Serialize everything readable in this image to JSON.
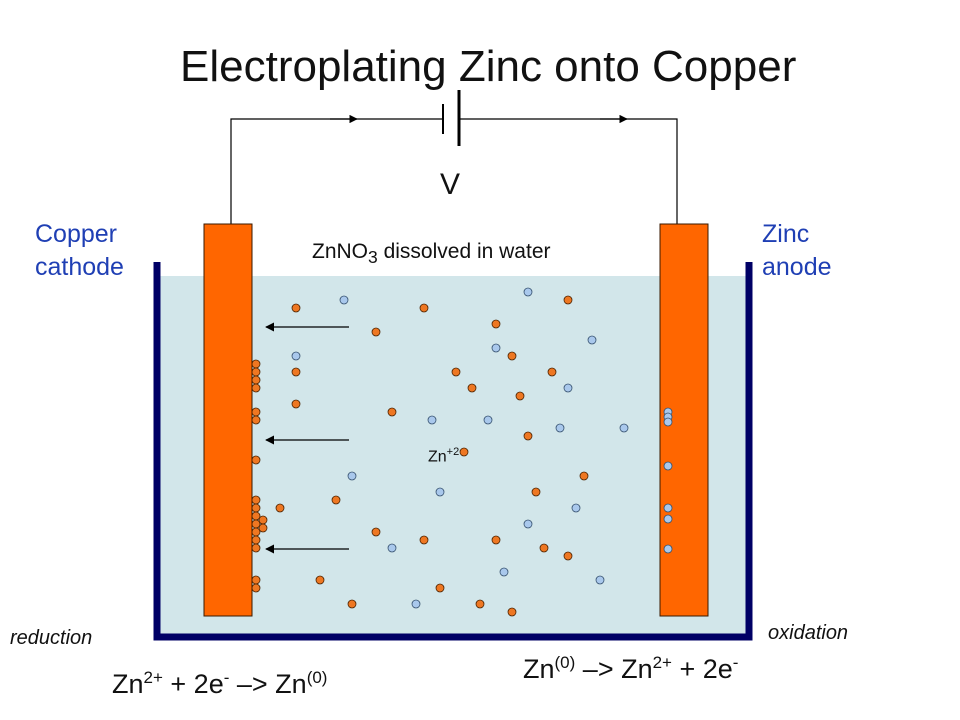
{
  "title": "Electroplating Zinc onto Copper",
  "voltage_label": "V",
  "cathode": {
    "line1": "Copper",
    "line2": "cathode"
  },
  "anode": {
    "line1": "Zinc",
    "line2": "anode"
  },
  "solution": {
    "prefix": "ZnNO",
    "subscript": "3",
    "suffix": " dissolved in water"
  },
  "ion_label": {
    "base": "Zn",
    "charge": "+2"
  },
  "reduction_label": "reduction",
  "oxidation_label": "oxidation",
  "equation_reduction": {
    "a": "Zn",
    "a_charge": "2+",
    "b": " + 2e",
    "b_charge": "-",
    "arrow": " –> Zn",
    "c_charge": "(0)"
  },
  "equation_oxidation": {
    "a": "Zn",
    "a_charge": "(0)",
    "arrow": " –> Zn",
    "b_charge": "2+",
    "c": " + 2e",
    "c_charge": "-"
  },
  "colors": {
    "electrode": "#ff6600",
    "electrode_outline": "#3a1a00",
    "zinc_ion": "#ee7722",
    "electron": "#a9c8ec",
    "solution": "#d2e6ea",
    "tank": "#000066",
    "label_blue": "#1f3fb4"
  }
}
